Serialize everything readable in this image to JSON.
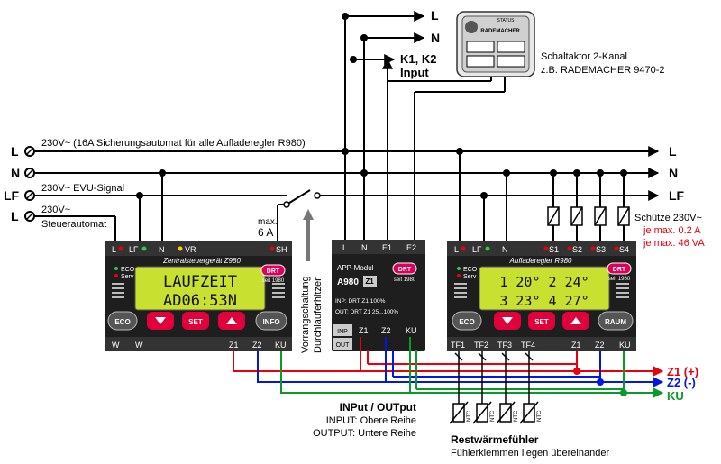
{
  "lines": {
    "top_L": "L",
    "top_N": "N",
    "k_input_1": "K1, K2",
    "k_input_2": "Input",
    "L1": "L",
    "L1_note": "230V~  (16A Sicherungsautomat für alle Aufladeregler R980)",
    "N1": "N",
    "LF1": "LF",
    "LF1_note": "230V~ EVU-Signal",
    "L2": "L",
    "L2_note1": "230V~",
    "L2_note2": "Steuerautomat",
    "right_L": "L",
    "right_N": "N",
    "right_LF": "LF"
  },
  "actuator": {
    "brand": "RADEMACHER",
    "status": "STATUS",
    "caption1": "Schaltaktor 2-Kanal",
    "caption2": "z.B. RADEMACHER 9470-2"
  },
  "central": {
    "terminals_top": [
      "L",
      "LF",
      "N",
      "VR",
      "SH"
    ],
    "title": "Zentralsteuergerät  Z980",
    "eco_serv_1": "ECO",
    "eco_serv_2": "Serv",
    "lcd_line1": "LAUFZEIT",
    "lcd_line2": "AD06:53N",
    "logo": "DRT",
    "since": "seit 1980",
    "btn_eco": "ECO",
    "btn_set": "SET",
    "btn_info": "INFO",
    "terminals_bottom": [
      "W",
      "W",
      "Z1",
      "Z2",
      "KU"
    ],
    "max_1": "max.",
    "max_2": "6 A",
    "vorrang_1": "Vorrangschaltung",
    "vorrang_2": "Durchlauferhitzer"
  },
  "app": {
    "terminals_top": [
      "L",
      "N",
      "E1",
      "E2"
    ],
    "title": "APP-Modul",
    "model": "A980",
    "z1": "Z1",
    "logo": "DRT",
    "since": "seit 1980",
    "inp_line": "INP:  DRT  Z1        100%",
    "out_line": "OUT:  DRT  Z1  25...100%",
    "inp": "INP",
    "out": "OUT",
    "terminals_bottom": [
      "Z1",
      "Z2",
      "KU"
    ]
  },
  "charge": {
    "terminals_top": [
      "L",
      "LF",
      "N",
      "S1",
      "S2",
      "S3",
      "S4"
    ],
    "title": "Aufladeregler R980",
    "eco_serv_1": "ECO",
    "eco_serv_2": "Serv",
    "lcd_line1": "1 20°  2 24°",
    "lcd_line2": "3 23°  4 27°",
    "logo": "DRT",
    "since": "seit 1980",
    "btn_eco": "ECO",
    "btn_set": "SET",
    "btn_raum": "RAUM",
    "terminals_bottom": [
      "TF1",
      "TF2",
      "TF3",
      "TF4",
      "Z1",
      "Z2",
      "KU"
    ]
  },
  "contactors": {
    "label": "Schütze 230V~",
    "limit1": "je max. 0.2 A",
    "limit2": "je max. 46 VA"
  },
  "bus": {
    "z1": "Z1 (+)",
    "z2": "Z2  (-)",
    "ku": "KU"
  },
  "io_note": {
    "title": "INPut / OUTput",
    "line1": "INPUT: Obere Reihe",
    "line2": "OUTPUT: Untere Reihe"
  },
  "sensor_note": {
    "title": "Restwärmefühler",
    "line1": "Fühlerklemmen liegen übereinander",
    "ntc": "NTC"
  },
  "colors": {
    "red": "#e8000b",
    "blue": "#0018e0",
    "green": "#0a9a2a",
    "device": "#1e1e1e",
    "lcd": "#c8e030"
  }
}
